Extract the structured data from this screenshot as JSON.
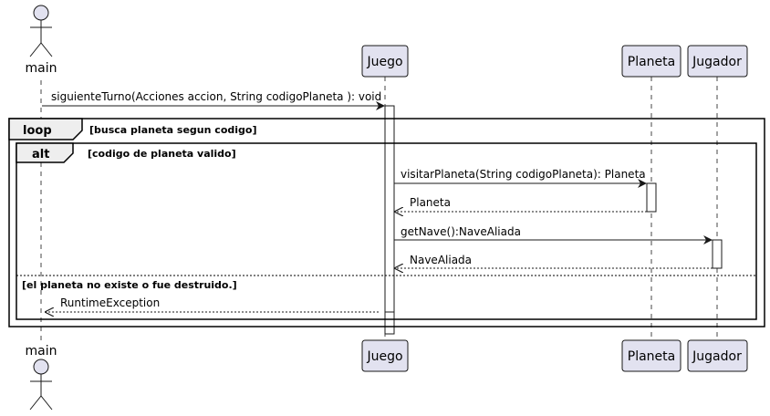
{
  "participants": {
    "main": "main",
    "juego": "Juego",
    "planeta": "Planeta",
    "jugador": "Jugador"
  },
  "fragments": {
    "loop": {
      "keyword": "loop",
      "condition": "[busca planeta segun codigo]"
    },
    "alt": {
      "keyword": "alt",
      "condition": "[codigo de planeta valido]",
      "else_condition": "[el planeta no existe o fue destruido.]"
    }
  },
  "messages": {
    "m1": "siguienteTurno(Acciones accion, String codigoPlaneta ): void",
    "m2": "visitarPlaneta(String codigoPlaneta): Planeta",
    "m3": "Planeta",
    "m4": "getNave():NaveAliada",
    "m5": "NaveAliada",
    "m6": "RuntimeException"
  },
  "colors": {
    "participant_fill": "#E2E2F0",
    "participant_border": "#181818",
    "lifeline": "#181818",
    "frame": "#000000"
  }
}
